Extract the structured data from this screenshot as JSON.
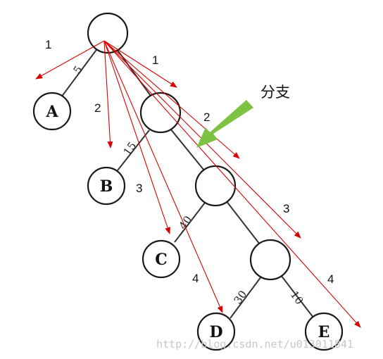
{
  "tree": {
    "leaf_labels": {
      "a": "A",
      "b": "B",
      "c": "C",
      "d": "D",
      "e": "E"
    },
    "edge_weights": {
      "w5": "5",
      "w15": "15",
      "w40": "40",
      "w30": "30",
      "w10": "10"
    }
  },
  "arrows": {
    "depth_labels": [
      "1",
      "1",
      "2",
      "2",
      "3",
      "3",
      "4",
      "4"
    ],
    "color": "#d80000"
  },
  "annotation": {
    "text": "分支",
    "arrow_color": "#7dc242"
  },
  "watermark": "http://blog.csdn.net/u013011841"
}
